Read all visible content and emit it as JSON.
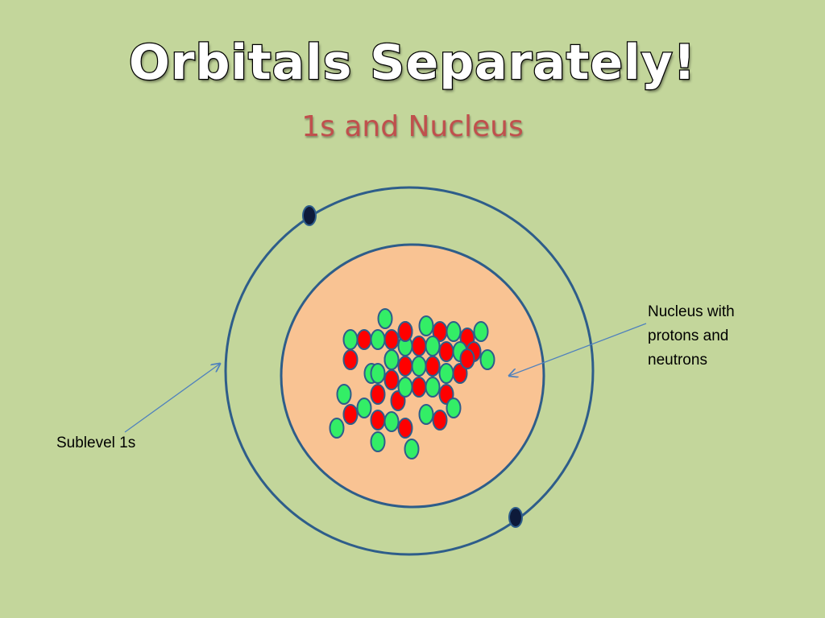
{
  "title": "Orbitals Separately!",
  "subtitle": "1s and Nucleus",
  "labels": {
    "nucleus_line1": "Nucleus with",
    "nucleus_line2": "protons and",
    "nucleus_line3": "neutrons",
    "sublevel": "Sublevel 1s"
  },
  "colors": {
    "background": "#c3d69b",
    "nucleus_fill": "#f9c393",
    "orbit_stroke": "#2e5d8a",
    "proton": "#ff0000",
    "neutron": "#33ee66",
    "electron": "#0d1a3a",
    "title_fill": "#ffffff",
    "subtitle": "#c0504d"
  },
  "particles": {
    "protons": 21,
    "neutrons": 29
  },
  "electrons": 2
}
